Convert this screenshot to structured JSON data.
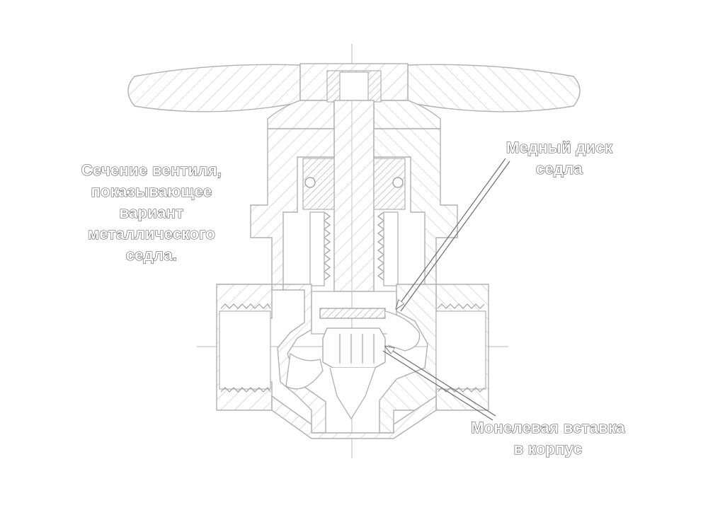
{
  "diagram": {
    "labels": {
      "left_caption": [
        "Сечение вентиля,",
        "показывающее",
        "вариант",
        "металлического",
        "седла."
      ],
      "copper_disc": [
        "Медный диск",
        "седла"
      ],
      "monel_insert": [
        "Монелевая вставка",
        "в корпус"
      ]
    }
  }
}
